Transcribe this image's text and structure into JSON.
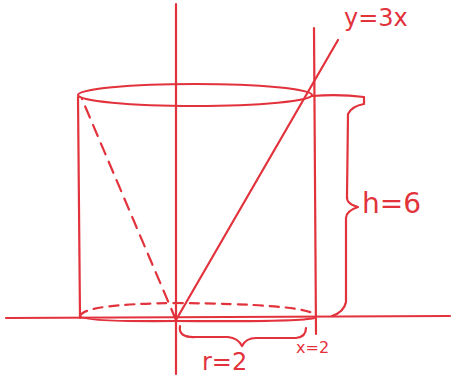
{
  "diagram": {
    "labels": [
      "y=3x",
      "h=6",
      "x=2",
      "r=2"
    ]
  }
}
